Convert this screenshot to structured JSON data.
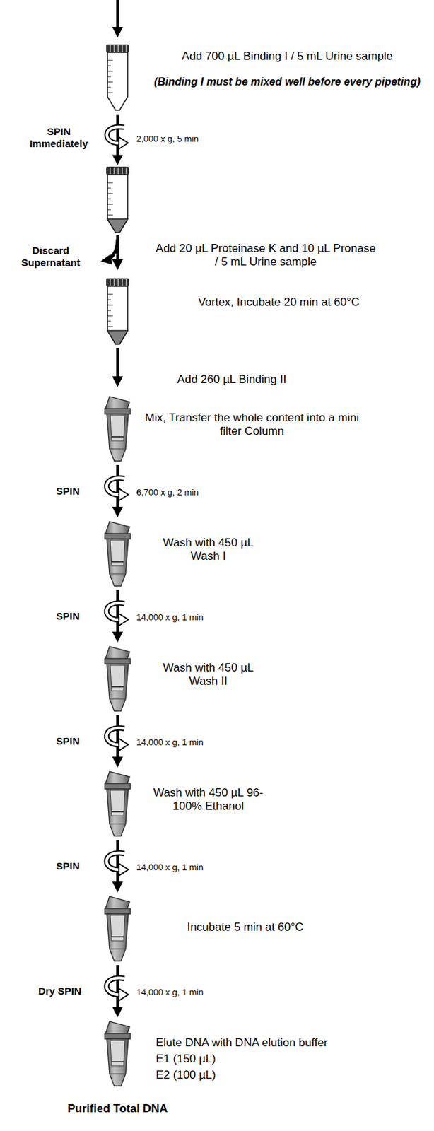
{
  "diagram": {
    "labels": [
      "Add 700 µL Binding I / 5 mL Urine sample",
      "(Binding I must be mixed well before every pipeting)",
      "SPIN Immediately",
      "2,000 x g, 5 min",
      "Discard Supernatant",
      "Add 20 µL Proteinase K and 10 µL Pronase / 5 mL Urine sample",
      "Vortex, Incubate 20 min at 60°C",
      "Add 260 µL Binding II",
      "Mix, Transfer the whole content into a mini filter Column",
      "SPIN",
      "6,700 x g, 2 min",
      "Wash with 450 µL Wash I",
      "SPIN",
      "14,000 x g, 1 min",
      "Wash with 450 µL Wash II",
      "SPIN",
      "14,000 x g, 1 min",
      "Wash with 450 µL 96-100% Ethanol",
      "SPIN",
      "14,000 x g, 1 min",
      "Incubate 5 min at 60°C",
      "Dry SPIN",
      "14,000 x g, 1 min",
      "Elute DNA with DNA elution buffer",
      "E1 (150 µL)",
      "E2 (100 µL)",
      "Purified Total DNA"
    ]
  }
}
